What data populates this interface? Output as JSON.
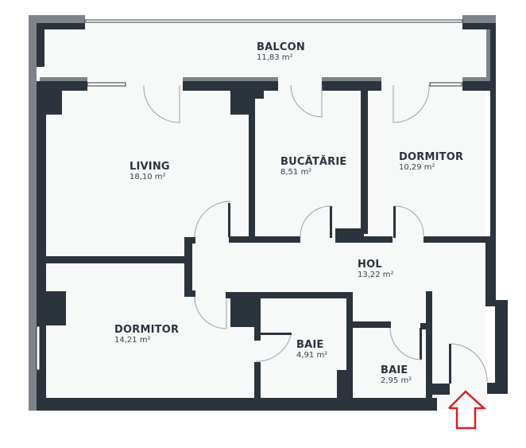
{
  "floorplan": {
    "rooms": [
      {
        "id": "balcon",
        "name": "BALCON",
        "area": "11,83 m²"
      },
      {
        "id": "living",
        "name": "LIVING",
        "area": "18,10 m²"
      },
      {
        "id": "bucatarie",
        "name": "BUCĂTĂRIE",
        "area": "8,51 m²"
      },
      {
        "id": "dormitor1",
        "name": "DORMITOR",
        "area": "10,29 m²"
      },
      {
        "id": "hol",
        "name": "HOL",
        "area": "13,22 m²"
      },
      {
        "id": "dormitor2",
        "name": "DORMITOR",
        "area": "14,21 m²"
      },
      {
        "id": "baie1",
        "name": "BAIE",
        "area": "4,91 m²"
      },
      {
        "id": "baie2",
        "name": "BAIE",
        "area": "2,95 m²"
      }
    ],
    "entrance_marker": "entrance-arrow-icon",
    "colors": {
      "wall": "#2b333d",
      "exterior_wall": "#7d8389",
      "floor": "#f7f8f8",
      "entrance_arrow": "#d62027"
    }
  }
}
